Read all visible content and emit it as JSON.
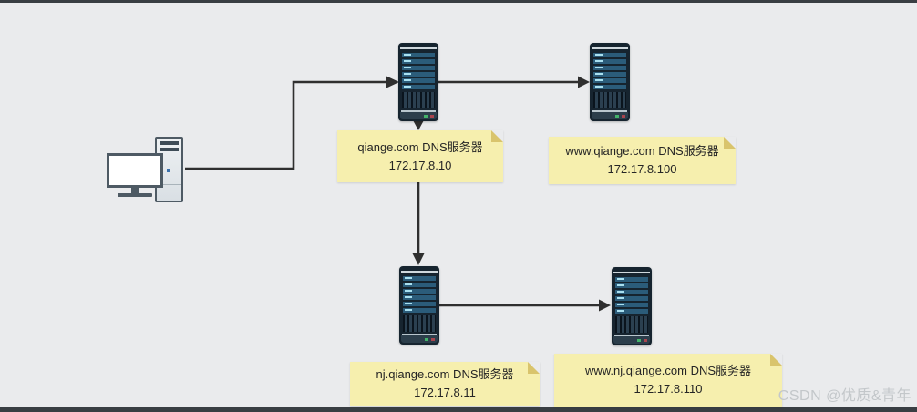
{
  "notes": [
    {
      "line1": "qiange.com DNS服务器",
      "line2": "172.17.8.10"
    },
    {
      "line1": "www.qiange.com DNS服务器",
      "line2": "172.17.8.100"
    },
    {
      "line1": "nj.qiange.com DNS服务器",
      "line2": "172.17.8.11"
    },
    {
      "line1": "www.nj.qiange.com DNS服务器",
      "line2": "172.17.8.110"
    }
  ],
  "watermark": "CSDN @优质&青年",
  "nodes": {
    "client": "desktop-computer",
    "servers": [
      {
        "id": "dns-qiange",
        "note": 0
      },
      {
        "id": "dns-www-qiange",
        "note": 1
      },
      {
        "id": "dns-nj-qiange",
        "note": 2
      },
      {
        "id": "dns-www-nj-qiange",
        "note": 3
      }
    ]
  },
  "edges": [
    {
      "from": "client",
      "to": "dns-qiange"
    },
    {
      "from": "dns-qiange",
      "to": "dns-www-qiange"
    },
    {
      "from": "dns-qiange",
      "to": "dns-nj-qiange"
    },
    {
      "from": "dns-nj-qiange",
      "to": "dns-www-nj-qiange"
    }
  ],
  "colors": {
    "background": "#eaebed",
    "edge_bar": "#393e43",
    "note_bg": "#f6efae",
    "note_fold": "#d9c46c",
    "arrow": "#2f2f2f",
    "server_body": "#16242f",
    "server_bay": "#2b5c7a",
    "led_green": "#43b36a",
    "led_red": "#a8454e",
    "watermark_color": "#c3c7ca"
  }
}
